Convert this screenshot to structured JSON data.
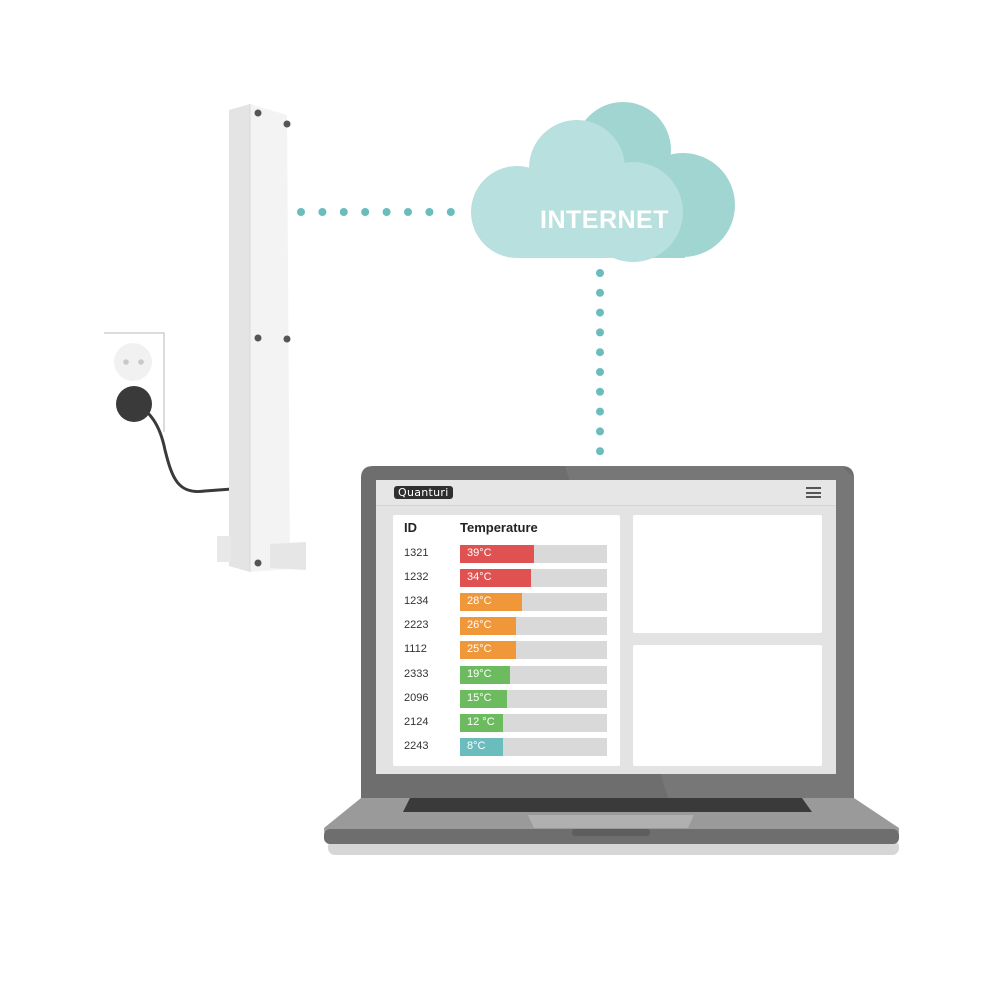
{
  "cloud": {
    "label": "INTERNET"
  },
  "app": {
    "logo": "Quanturi",
    "menu_icon": "hamburger-menu-icon",
    "table": {
      "headers": {
        "id": "ID",
        "temperature": "Temperature"
      },
      "rows": [
        {
          "id": "1321",
          "value": "39°C",
          "level": 0.5,
          "color": "#e05252"
        },
        {
          "id": "1232",
          "value": "34°C",
          "level": 0.48,
          "color": "#e05252"
        },
        {
          "id": "1234",
          "value": "28°C",
          "level": 0.42,
          "color": "#f0973a"
        },
        {
          "id": "2223",
          "value": "26°C",
          "level": 0.38,
          "color": "#f0973a"
        },
        {
          "id": "1112",
          "value": "25°C",
          "level": 0.38,
          "color": "#f0973a"
        },
        {
          "id": "2333",
          "value": "19°C",
          "level": 0.34,
          "color": "#6cbb5e"
        },
        {
          "id": "2096",
          "value": "15°C",
          "level": 0.32,
          "color": "#6cbb5e"
        },
        {
          "id": "2124",
          "value": "12 °C",
          "level": 0.29,
          "color": "#6cbb5e"
        },
        {
          "id": "2243",
          "value": "8°C",
          "level": 0.29,
          "color": "#6bbcbc"
        }
      ]
    }
  },
  "colors": {
    "dots": "#6bbcbc",
    "cloud_front": "#b7e0de",
    "cloud_back": "#a1d5d2",
    "laptop_body": "#6e6e6e",
    "laptop_base": "#9a9a9a"
  }
}
